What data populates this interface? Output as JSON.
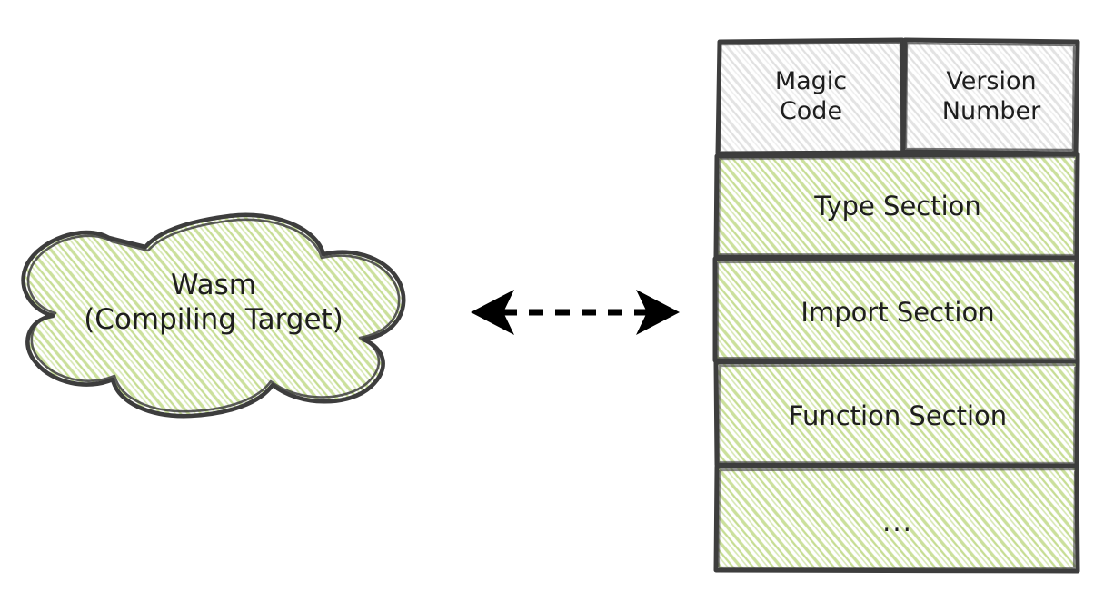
{
  "diagram": {
    "title": "Wasm compiling target and binary module section layout",
    "colors": {
      "stroke": "#3d3d3d",
      "green_hatch": "#cbe09c",
      "gray_hatch": "#e3e3e3",
      "text": "#1e1e1e",
      "arrow": "#000000",
      "background": "#ffffff"
    },
    "cloud": {
      "name": "wasm-cloud",
      "line1": "Wasm",
      "line2": "(Compiling Target)",
      "text": "Wasm\n(Compiling Target)",
      "fill": "green-hatch"
    },
    "connector": {
      "name": "bidirectional-dashed-arrow",
      "style": "dashed",
      "heads": "both",
      "color": "#000000"
    },
    "module": {
      "name": "wasm-binary-module",
      "header_row": [
        {
          "label": "Magic\nCode",
          "fill": "gray-hatch"
        },
        {
          "label": "Version\nNumber",
          "fill": "gray-hatch"
        }
      ],
      "sections": [
        {
          "label": "Type Section",
          "fill": "green-hatch"
        },
        {
          "label": "Import Section",
          "fill": "green-hatch"
        },
        {
          "label": "Function Section",
          "fill": "green-hatch"
        },
        {
          "label": "...",
          "fill": "green-hatch"
        }
      ]
    }
  }
}
